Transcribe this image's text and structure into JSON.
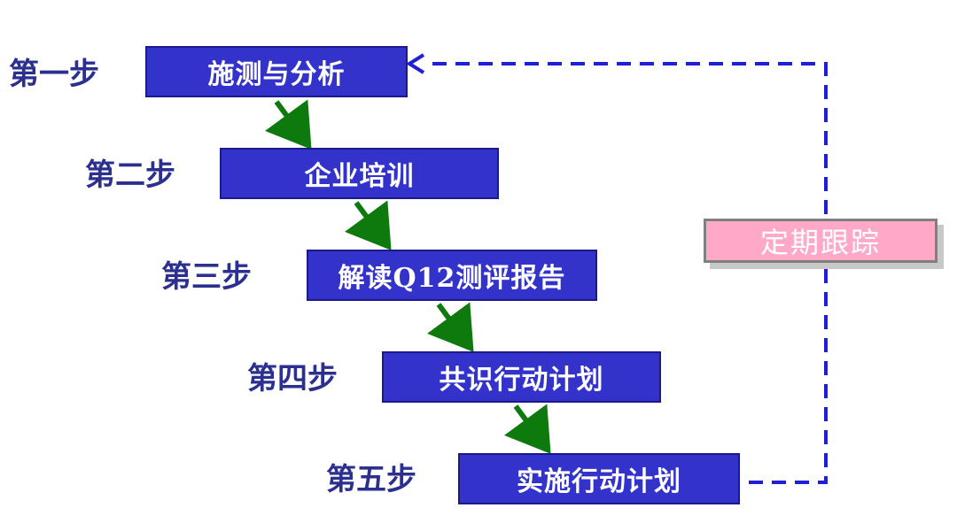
{
  "steps": [
    {
      "label": "第一步",
      "action": "施测与分析"
    },
    {
      "label": "第二步",
      "action": "企业培训"
    },
    {
      "label": "第三步",
      "action": "解读Q12测评报告"
    },
    {
      "label": "第四步",
      "action": "共识行动计划"
    },
    {
      "label": "第五步",
      "action": "实施行动计划"
    }
  ],
  "loop": {
    "label": "定期跟踪"
  },
  "colors": {
    "step_box": "#3333cc",
    "step_label": "#2b2f8f",
    "flow_arrow": "#0e7a0e",
    "loop_line": "#1f1fd6",
    "loop_box": "#ffa8c8"
  }
}
